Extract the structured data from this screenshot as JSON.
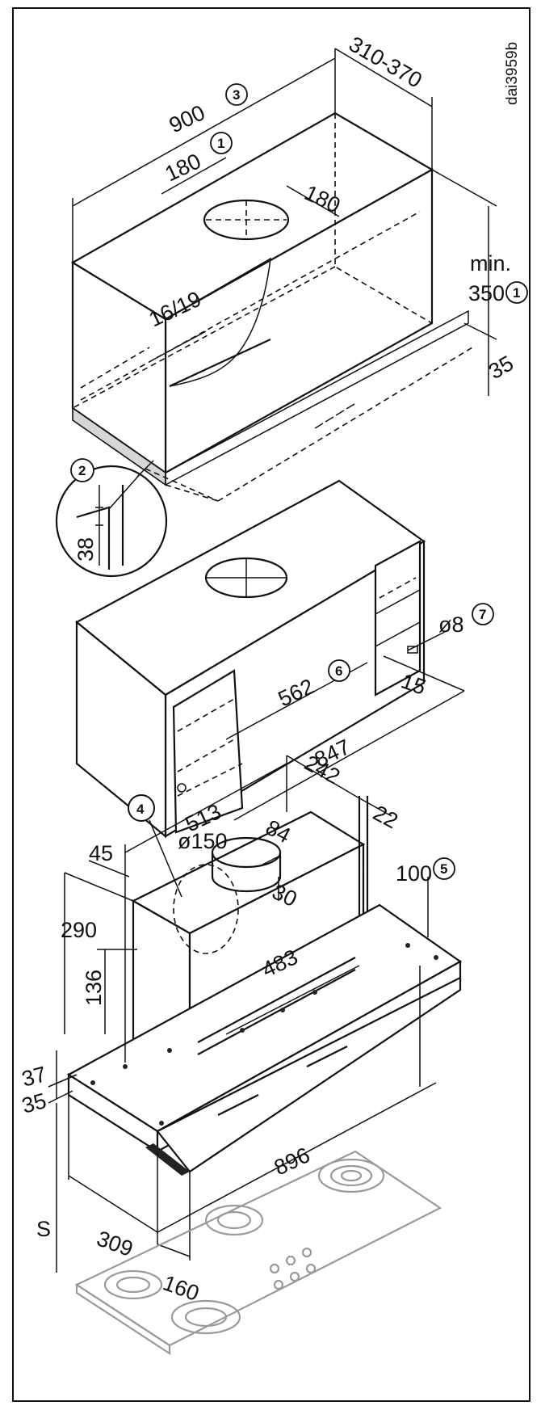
{
  "drawing_code": "dai3959b",
  "cabinet": {
    "width": "900",
    "width_ref": "3",
    "depth": "310-370",
    "cutout_offset_x": "180",
    "cutout_offset_x_ref": "1",
    "cutout_offset_y": "180",
    "min_height_label": "min.",
    "min_height": "350",
    "min_height_ref": "1",
    "base_recess": "35",
    "side_panel": "16/19",
    "detail_ref": "2",
    "detail_value": "38"
  },
  "cabinet_bottom": {
    "inner_dim": "562",
    "inner_dim_ref": "6",
    "outer_dim": "847",
    "hole_dim": "ø8",
    "hole_ref": "7",
    "hole_offset": "15"
  },
  "hood": {
    "ref_circle": "4",
    "left_offset": "45",
    "body_width": "513",
    "depth": "242",
    "back_offset": "22",
    "duct_diameter": "ø150",
    "duct_offset": "84",
    "duct_stub": "30",
    "height_ref": "5",
    "height_clearance": "100",
    "body_height": "290",
    "lower_height": "136",
    "inner_width": "483",
    "frame_top": "37",
    "frame_bottom": "35",
    "total_width": "896",
    "distance_label": "S",
    "front_offset": "309",
    "front_depth": "160"
  }
}
